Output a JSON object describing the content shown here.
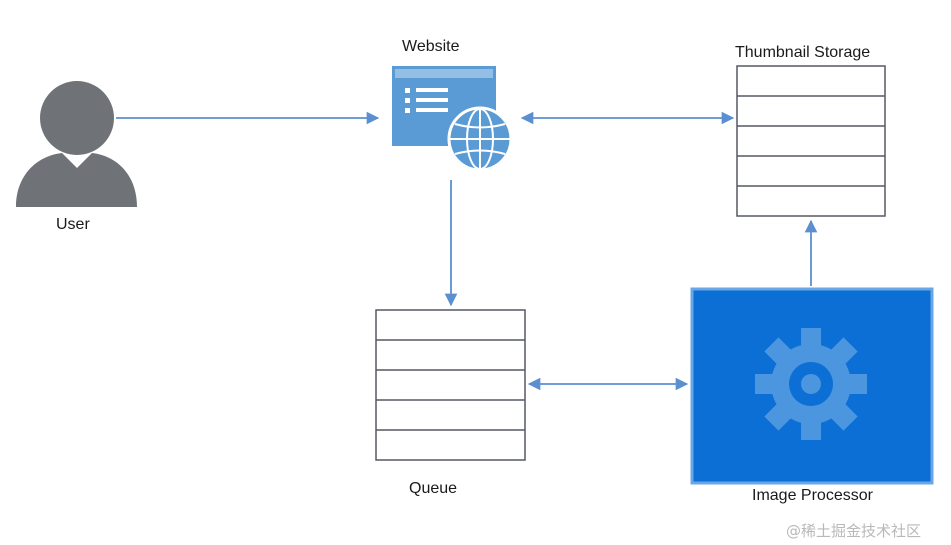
{
  "nodes": {
    "user": {
      "label": "User",
      "icon": "user-icon"
    },
    "website": {
      "label": "Website",
      "icon": "website-globe-icon"
    },
    "thumbnail_storage": {
      "label": "Thumbnail Storage",
      "icon": "storage-table-icon"
    },
    "queue": {
      "label": "Queue",
      "icon": "queue-table-icon"
    },
    "image_processor": {
      "label": "Image Processor",
      "icon": "gear-icon"
    }
  },
  "edges": [
    {
      "from": "user",
      "to": "website",
      "direction": "one-way"
    },
    {
      "from": "website",
      "to": "thumbnail_storage",
      "direction": "two-way"
    },
    {
      "from": "website",
      "to": "queue",
      "direction": "one-way"
    },
    {
      "from": "queue",
      "to": "image_processor",
      "direction": "two-way"
    },
    {
      "from": "image_processor",
      "to": "thumbnail_storage",
      "direction": "one-way"
    }
  ],
  "watermark": "@稀土掘金技术社区",
  "colors": {
    "arrow": "#5b8fcf",
    "user_fill": "#6f7378",
    "website_fill": "#5b9bd5",
    "processor_fill": "#0b6fd6",
    "processor_border": "#2f7fcf",
    "gear_fill": "#4c96df",
    "table_border": "#555a62",
    "text": "#1a1a1a",
    "watermark": "#b9b9b9"
  }
}
